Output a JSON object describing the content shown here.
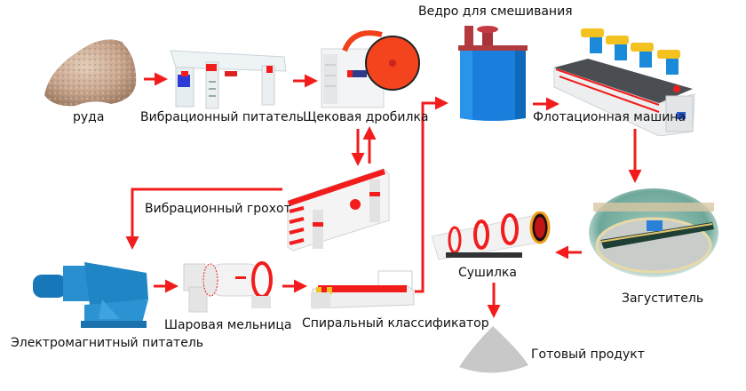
{
  "diagram": {
    "type": "process-flow",
    "accent_color": "#f21c1c",
    "nodes": [
      {
        "id": "ore",
        "label": "руда",
        "icon": "ore-rock-icon"
      },
      {
        "id": "vibrating_feeder",
        "label": "Вибрационный питатель",
        "icon": "vibrating-feeder-icon"
      },
      {
        "id": "jaw_crusher",
        "label": "Щековая дробилка",
        "icon": "jaw-crusher-icon"
      },
      {
        "id": "mixing_tank",
        "label": "Ведро для смешивания",
        "icon": "mixing-tank-icon"
      },
      {
        "id": "flotation_machine",
        "label": "Флотационная машина",
        "icon": "flotation-machine-icon"
      },
      {
        "id": "vibrating_screen",
        "label": "Вибрационный грохот",
        "icon": "vibrating-screen-icon"
      },
      {
        "id": "electromagnetic_feeder",
        "label": "Электромагнитный питатель",
        "icon": "electromagnetic-feeder-icon"
      },
      {
        "id": "ball_mill",
        "label": "Шаровая мельница",
        "icon": "ball-mill-icon"
      },
      {
        "id": "spiral_classifier",
        "label": "Спиральный классификатор",
        "icon": "spiral-classifier-icon"
      },
      {
        "id": "dryer",
        "label": "Сушилка",
        "icon": "rotary-dryer-icon"
      },
      {
        "id": "thickener",
        "label": "Загуститель",
        "icon": "thickener-icon"
      },
      {
        "id": "final_product",
        "label": "Готовый продукт",
        "icon": "product-pile-icon"
      }
    ],
    "edges": [
      {
        "from": "ore",
        "to": "vibrating_feeder"
      },
      {
        "from": "vibrating_feeder",
        "to": "jaw_crusher"
      },
      {
        "from": "jaw_crusher",
        "to": "vibrating_screen"
      },
      {
        "from": "vibrating_screen",
        "to": "jaw_crusher"
      },
      {
        "from": "vibrating_screen",
        "to": "electromagnetic_feeder"
      },
      {
        "from": "electromagnetic_feeder",
        "to": "ball_mill"
      },
      {
        "from": "ball_mill",
        "to": "spiral_classifier"
      },
      {
        "from": "spiral_classifier",
        "to": "mixing_tank"
      },
      {
        "from": "mixing_tank",
        "to": "flotation_machine"
      },
      {
        "from": "flotation_machine",
        "to": "thickener"
      },
      {
        "from": "thickener",
        "to": "dryer"
      },
      {
        "from": "dryer",
        "to": "final_product"
      }
    ]
  }
}
